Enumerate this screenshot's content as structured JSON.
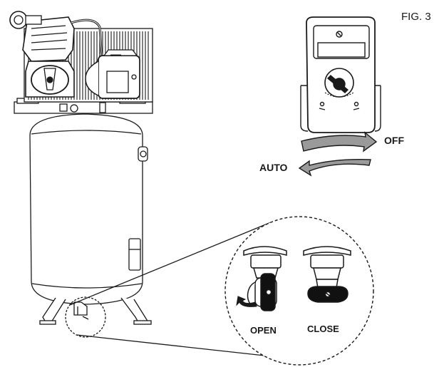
{
  "figure": {
    "label": "FIG. 3"
  },
  "switch_detail": {
    "off_label": "OFF",
    "auto_label": "AUTO"
  },
  "drain_valve_detail": {
    "open_label": "OPEN",
    "close_label": "CLOSE"
  },
  "colors": {
    "line": "#1a1a1a",
    "arrow_fill": "#9a9a9a",
    "valve_handle": "#111111"
  }
}
